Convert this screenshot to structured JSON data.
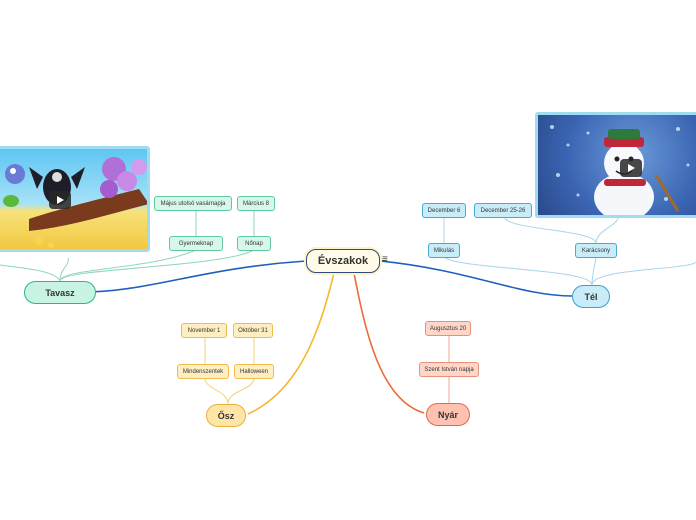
{
  "central": {
    "label": "Évszakok"
  },
  "menu_icon": "menu-icon",
  "branches": {
    "tavasz": {
      "label": "Tavasz",
      "children": [
        "Gyermeknap",
        "Nőnap"
      ],
      "details": [
        "Május utolsó vasárnapja",
        "Március 8"
      ]
    },
    "tel": {
      "label": "Tél",
      "children": [
        "Mikulás",
        "Karácsony"
      ],
      "details": [
        "December 6",
        "December 25-26"
      ]
    },
    "osz": {
      "label": "Ősz",
      "children": [
        "Mindenszentek",
        "Halloween"
      ],
      "details": [
        "November 1",
        "Október 31"
      ]
    },
    "nyar": {
      "label": "Nyár",
      "children": [
        "Szent István napja"
      ],
      "details": [
        "Augusztus 20"
      ]
    }
  },
  "media": [
    {
      "name": "tavasz-video",
      "icon": "play-icon"
    },
    {
      "name": "tel-video",
      "icon": "play-icon"
    }
  ],
  "colors": {
    "tel": "#1f5fbf",
    "tavasz": "#1f5fbf",
    "osz": "#f5b82e",
    "nyar": "#ef6a3a"
  }
}
